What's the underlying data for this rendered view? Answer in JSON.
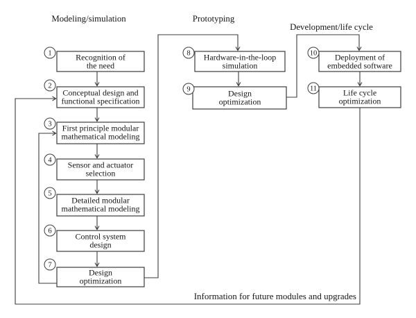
{
  "figure": {
    "headers": [
      {
        "label": "Modeling/simulation"
      },
      {
        "label": "Prototyping"
      },
      {
        "label": "Development/life cycle"
      }
    ],
    "nodes": [
      {
        "num": "1",
        "line1": "Recognition of",
        "line2": "the need"
      },
      {
        "num": "2",
        "line1": "Conceptual design and",
        "line2": "functional specification"
      },
      {
        "num": "3",
        "line1": "First principle modular",
        "line2": "mathematical modeling"
      },
      {
        "num": "4",
        "line1": "Sensor and actuator",
        "line2": "selection"
      },
      {
        "num": "5",
        "line1": "Detailed modular",
        "line2": "mathematical modeling"
      },
      {
        "num": "6",
        "line1": "Control system",
        "line2": "design"
      },
      {
        "num": "7",
        "line1": "Design",
        "line2": "optimization"
      },
      {
        "num": "8",
        "line1": "Hardware-in-the-loop",
        "line2": "simulation"
      },
      {
        "num": "9",
        "line1": "Design",
        "line2": "optimization"
      },
      {
        "num": "10",
        "line1": "Deployment of",
        "line2": "embedded software"
      },
      {
        "num": "11",
        "line1": "Life cycle",
        "line2": "optimization"
      }
    ],
    "note": "Information for future modules and upgrades",
    "colors": {
      "stroke": "#3b3b3b",
      "text": "#161616",
      "background": "#ffffff"
    }
  }
}
